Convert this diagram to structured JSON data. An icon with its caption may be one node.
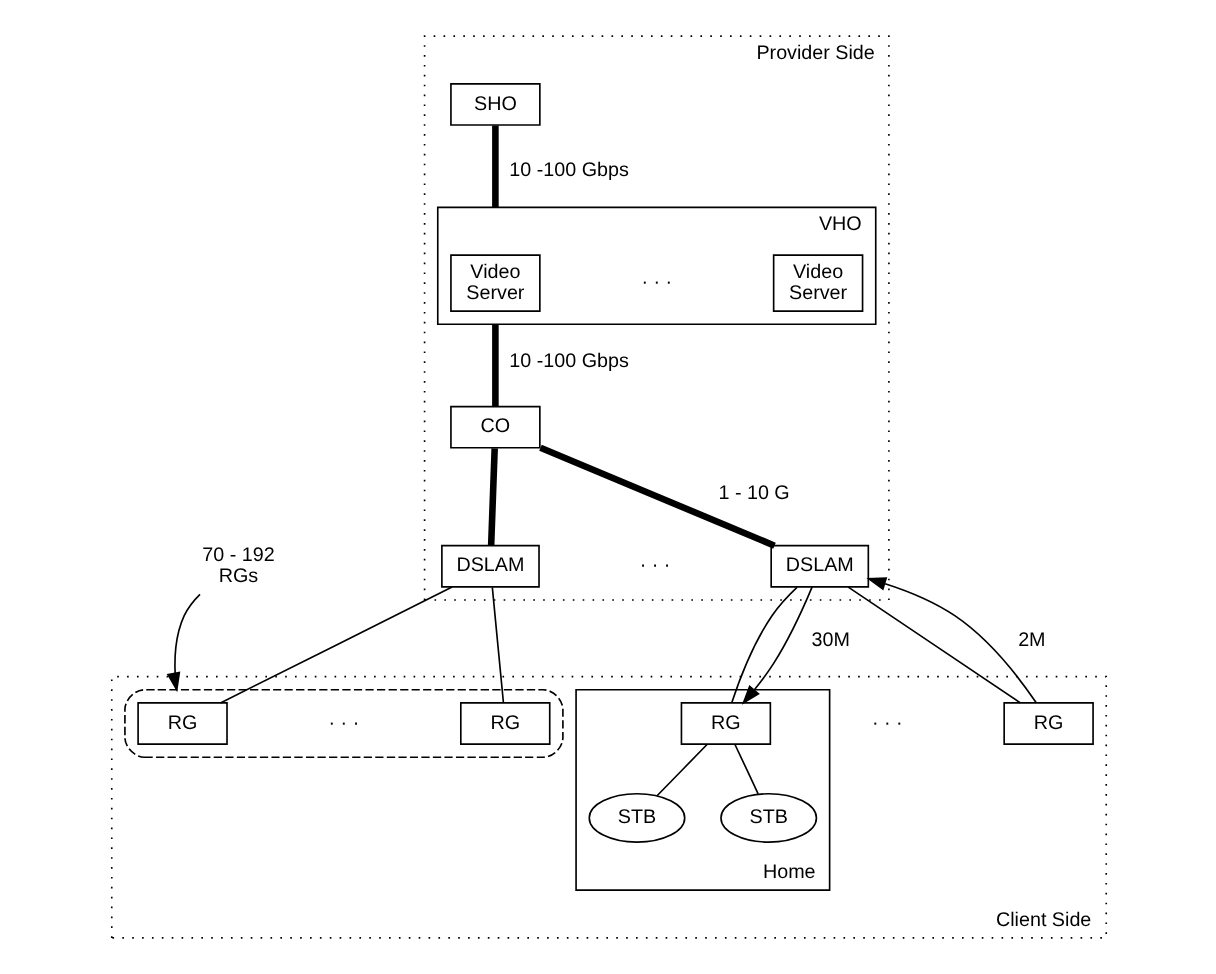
{
  "diagram": {
    "nodes": [
      {
        "text": [
          "Provider Side"
        ]
      },
      {
        "text": [
          "SHO"
        ],
        "in": 0
      },
      {
        "text": [
          "VHO"
        ],
        "in": 0
      },
      {
        "text": [
          "Video Server"
        ],
        "in": 2
      },
      {
        "text": [
          "Video Server"
        ],
        "in": 2
      },
      {
        "text": [
          "CO"
        ],
        "in": 0
      },
      {
        "text": [
          "DSLAM"
        ],
        "in": 0
      },
      {
        "text": [
          "DSLAM"
        ],
        "in": 0
      },
      {
        "text": [
          "70 - 192 RGs"
        ]
      },
      {
        "text": [
          "Client Side"
        ]
      },
      {
        "text": [],
        "shape": "box",
        "in": 9
      },
      {
        "text": [
          "RG"
        ],
        "in": 10
      },
      {
        "text": [
          "RG"
        ],
        "in": 10
      },
      {
        "text": [
          "Home"
        ],
        "in": 9
      },
      {
        "text": [
          "RG"
        ],
        "in": 13
      },
      {
        "text": [
          "RG"
        ],
        "in": 9
      },
      {
        "text": [
          "STB"
        ],
        "in": 13
      },
      {
        "text": [
          "STB"
        ],
        "in": 13
      }
    ],
    "edges": [
      {
        "from": 1,
        "to": 2,
        "arrow": "none",
        "label": "10 -100 Gbps",
        "style": "thick"
      },
      {
        "from": 2,
        "to": 5,
        "arrow": "none",
        "label": "10 -100 Gbps",
        "style": "thick"
      },
      {
        "from": 5,
        "to": 6,
        "arrow": "none",
        "style": "thick"
      },
      {
        "from": 5,
        "to": 7,
        "arrow": "none",
        "label": "1 - 10 G",
        "style": "thick"
      },
      {
        "from": 6,
        "to": 11,
        "arrow": "none"
      },
      {
        "from": 6,
        "to": 12,
        "arrow": "none"
      },
      {
        "from": 7,
        "to": 14,
        "arrow": "none"
      },
      {
        "from": 7,
        "to": 15,
        "arrow": "none"
      },
      {
        "from": 7,
        "to": 14,
        "arrow": "to",
        "label": "30M"
      },
      {
        "from": 15,
        "to": 7,
        "arrow": "to",
        "label": "2M"
      },
      {
        "from": 8,
        "to": 10,
        "arrow": "to"
      },
      {
        "from": 14,
        "to": 16,
        "arrow": "none"
      },
      {
        "from": 14,
        "to": 17,
        "arrow": "none"
      }
    ],
    "labels": [
      "· · ·",
      "· · ·",
      "· · ·",
      "· · ·"
    ]
  }
}
